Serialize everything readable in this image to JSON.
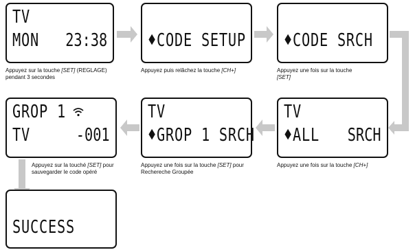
{
  "screens": {
    "s1": {
      "line1": "TV",
      "line2_left": "MON",
      "line2_right": "23:38"
    },
    "s2": {
      "line1": "",
      "line2_left": "♦CODE SETUP",
      "line2_right": ""
    },
    "s3": {
      "line1": "",
      "line2_left": "♦CODE SRCH",
      "line2_right": ""
    },
    "s4": {
      "line1": "GROP 1",
      "line2_left": "TV",
      "line2_right": "-001"
    },
    "s5": {
      "line1": "TV",
      "line2_left": "♦GROP 1 SRCH",
      "line2_right": ""
    },
    "s6": {
      "line1": "TV",
      "line2_left": "♦ALL",
      "line2_right": "SRCH"
    },
    "s7": {
      "line1": "",
      "line2_left": "SUCCESS",
      "line2_right": ""
    }
  },
  "captions": {
    "c1": {
      "a": "Appuyez sur la touche ",
      "b": "[SET]",
      "c": " (REGLAGE) pendant 3 secondes"
    },
    "c2": {
      "a": "Appuyez puis relâchez la touche ",
      "b": "[CH+]",
      "c": ""
    },
    "c3": {
      "a": "Appuyez une fois sur la touche ",
      "b": "[SET]",
      "c": ""
    },
    "c4": {
      "a": "Appuyez sur la touché ",
      "b": "[SET]",
      "c": " pour sauvegarder le code opéré"
    },
    "c5": {
      "a": "Appuyez une fois sur la touche ",
      "b": "[SET]",
      "c": " pour Rechereche Groupée"
    },
    "c6": {
      "a": "Appuyez une fois sur la touche ",
      "b": "[CH+]",
      "c": ""
    }
  },
  "colors": {
    "arrow": "#c8c8c8",
    "lcd_border": "#111111"
  }
}
